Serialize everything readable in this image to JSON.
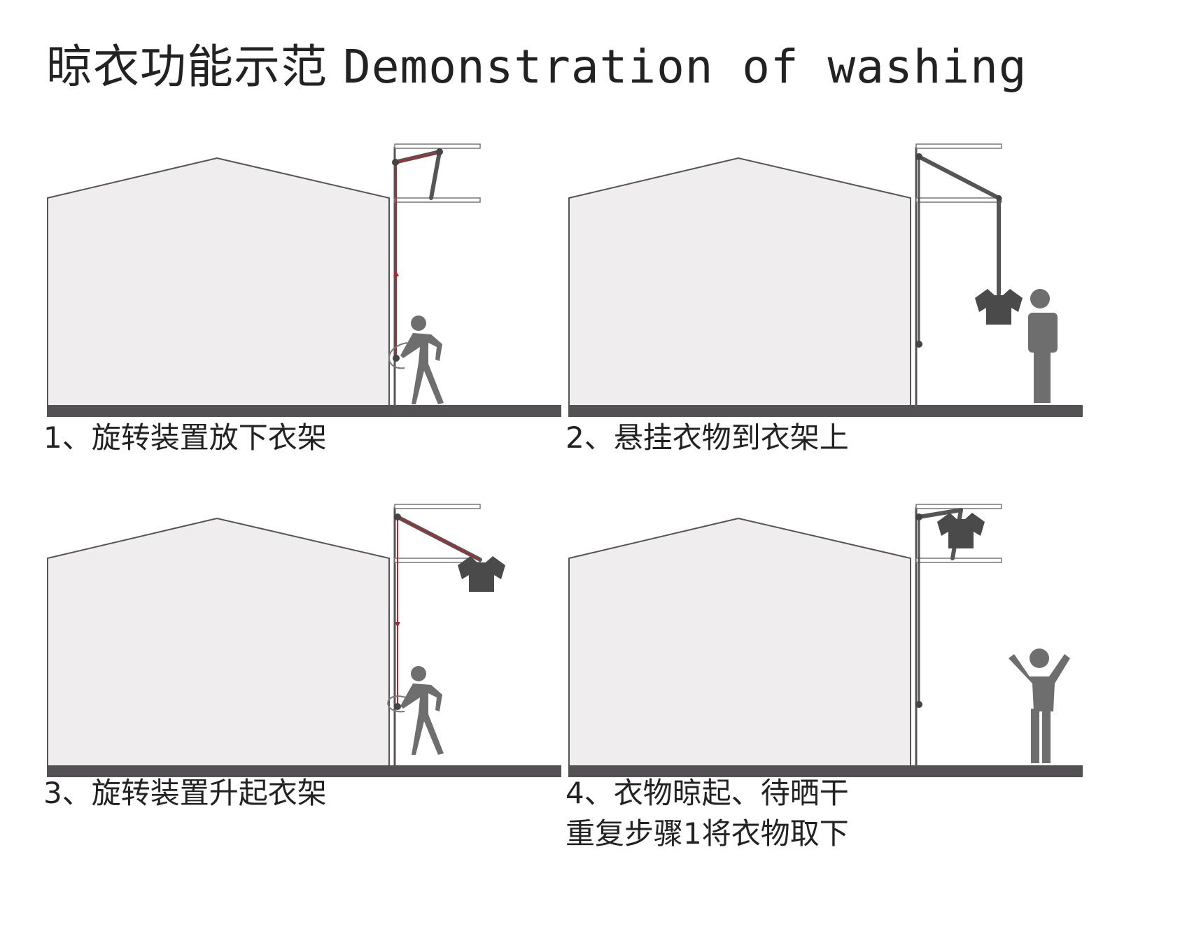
{
  "title": {
    "cn": "晾衣功能示范",
    "en": "Demonstration of washing"
  },
  "steps": [
    {
      "lines": [
        "1、旋转装置放下衣架"
      ]
    },
    {
      "lines": [
        "2、悬挂衣物到衣架上"
      ]
    },
    {
      "lines": [
        "3、旋转装置升起衣架"
      ]
    },
    {
      "lines": [
        "4、衣物晾起、待晒干",
        "重复步骤1将衣物取下"
      ]
    }
  ],
  "colors": {
    "wall": "#efedee",
    "ground": "#545154",
    "mechanism": "#555555",
    "highlight": "#b3262c",
    "figure": "#6e6e6e",
    "shirt": "#4a4a4a"
  }
}
